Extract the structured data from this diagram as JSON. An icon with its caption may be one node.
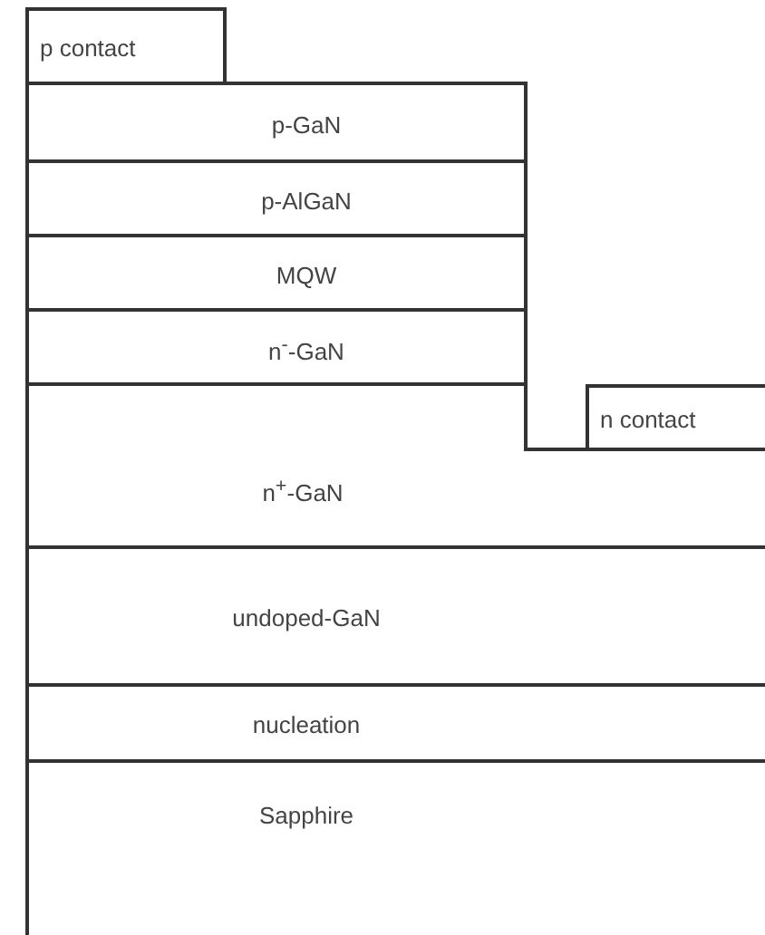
{
  "diagram": {
    "nodes": [
      {
        "text": [
          "p contact"
        ]
      },
      {
        "text": [
          "p-GaN"
        ]
      },
      {
        "text": [
          "p-AlGaN"
        ]
      },
      {
        "text": [
          "MQW"
        ]
      },
      {
        "text": [
          "n$^{-}$-GaN"
        ]
      },
      {
        "text": [
          "n contact"
        ]
      },
      {
        "text": [
          "n$^{+}$-GaN"
        ]
      },
      {
        "text": [
          "undoped-GaN"
        ]
      },
      {
        "text": [
          "nucleation"
        ]
      },
      {
        "text": [
          "Sapphire"
        ]
      }
    ]
  }
}
